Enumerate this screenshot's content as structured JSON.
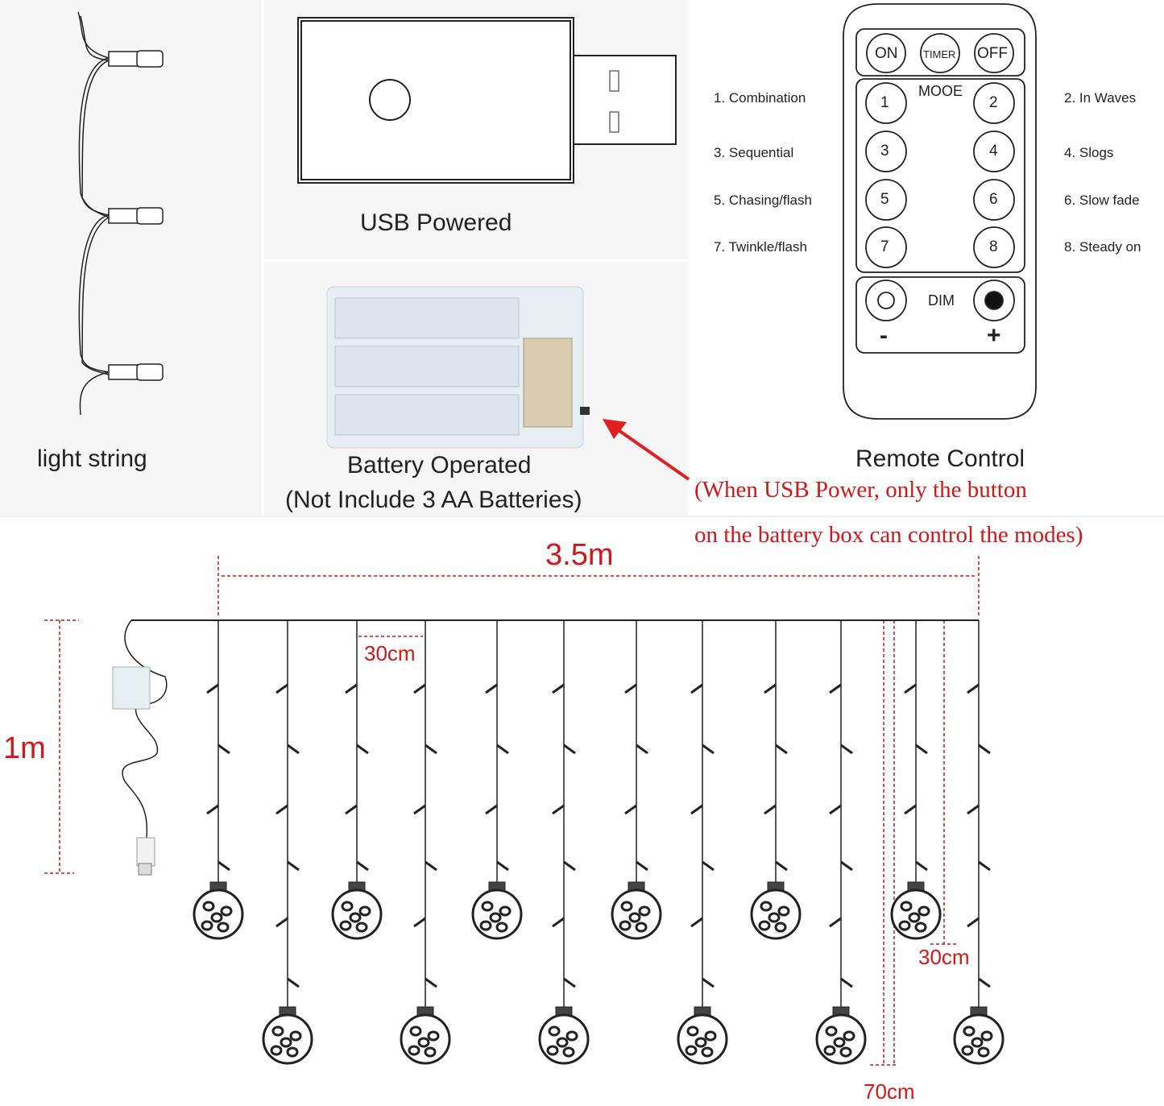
{
  "panels": {
    "light_string": {
      "caption": "light string"
    },
    "usb": {
      "caption": "USB Powered"
    },
    "battery": {
      "caption_line1": "Battery Operated",
      "caption_line2": "(Not Include 3 AA Batteries)"
    },
    "remote": {
      "caption": "Remote Control",
      "buttons": {
        "on": "ON",
        "timer": "TIMER",
        "off": "OFF",
        "mode_label": "MOOE",
        "dim_label": "DIM",
        "minus": "-",
        "plus": "+",
        "numbers": [
          "1",
          "2",
          "3",
          "4",
          "5",
          "6",
          "7",
          "8"
        ]
      },
      "modes_left": [
        "1.  Combination",
        "3.  Sequential",
        "5.  Chasing/flash",
        "7.  Twinkle/flash"
      ],
      "modes_right": [
        "2.  In Waves",
        "4.  Slogs",
        "6.  Slow fade",
        "8.  Steady on"
      ]
    }
  },
  "note": {
    "line1": "(When USB Power, only the button",
    "line2": "on the battery box can control the modes)"
  },
  "dimensions": {
    "width": "3.5m",
    "height": "1m",
    "spacing": "30cm",
    "end_spacing": "30cm",
    "drop": "70cm"
  },
  "colors": {
    "accent": "#d01818",
    "line": "#222222"
  }
}
